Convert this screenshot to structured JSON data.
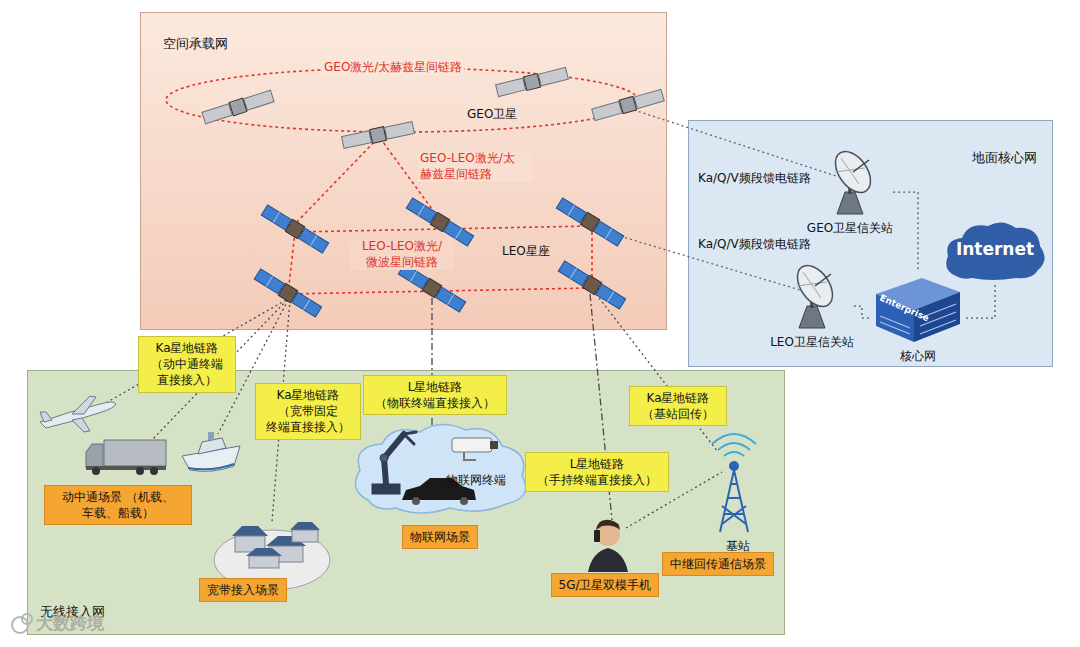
{
  "diagram": {
    "nodes": [
      {
        "text": [
          "空间承载网"
        ]
      },
      {
        "text": [
          "地面核心网"
        ]
      },
      {
        "text": [
          "GEO卫星信关站"
        ],
        "in": 1
      },
      {
        "text": [
          "LEO卫星信关站"
        ],
        "in": 1
      },
      {
        "text": [
          "Enterprise",
          "核心网"
        ],
        "in": 1
      },
      {
        "text": [
          "Internet"
        ],
        "in": 1
      },
      {
        "text": [
          "无线接入网"
        ]
      },
      {
        "text": [
          "Ka星地链路 （动中通终端 直接接入）"
        ]
      },
      {
        "text": [
          "Ka星地链路 （宽带固定 终端直接接入）"
        ],
        "in": 6
      },
      {
        "text": [
          "L星地链路 （物联终端直接接入）"
        ],
        "in": 6
      },
      {
        "text": [
          "L星地链路 （手持终端直接接入）"
        ],
        "in": 6
      },
      {
        "text": [
          "Ka星地链路 （基站回传）"
        ],
        "in": 6
      },
      {
        "text": [
          "动中通场景 （机载、车载、船载）"
        ],
        "in": 6
      },
      {
        "text": [
          "宽带接入场景"
        ],
        "in": 6
      },
      {
        "text": [
          "物联网场景"
        ],
        "in": 6
      },
      {
        "text": [
          "5G/卫星双模手机"
        ],
        "in": 6
      },
      {
        "text": [
          "中继回传通信场景"
        ],
        "in": 6
      }
    ],
    "edges": [
      {
        "from": 2,
        "to": 4,
        "arrow": "none"
      },
      {
        "from": 3,
        "to": 4,
        "arrow": "none"
      },
      {
        "from": 4,
        "to": 5,
        "arrow": "none"
      }
    ],
    "labels": [
      "GEO激光/太赫兹星间链路",
      "GEO卫星",
      "GEO-LEO激光/太 赫兹星间链路",
      "LEO-LEO激光/ 微波星间链路",
      "LEO星座",
      "Ka/Q/V频段馈电链路",
      "Ka/Q/V频段馈电链路",
      "物联网终端",
      "基站",
      "大数跨境"
    ]
  }
}
